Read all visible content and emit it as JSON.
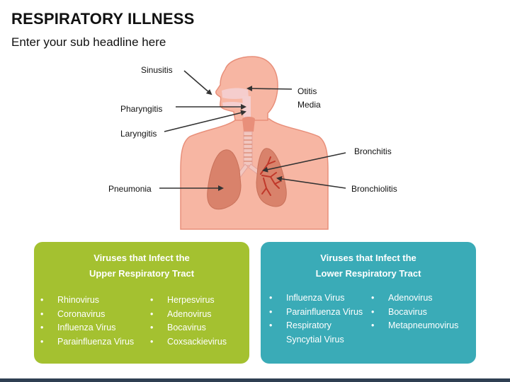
{
  "header": {
    "title": "RESPIRATORY ILLNESS",
    "subtitle": "Enter your sub headline here"
  },
  "diagram": {
    "labels": {
      "sinusitis": "Sinusitis",
      "otitis_line1": "Otitis",
      "otitis_line2": "Media",
      "pharyngitis": "Pharyngitis",
      "laryngitis": "Laryngitis",
      "bronchitis": "Bronchitis",
      "pneumonia": "Pneumonia",
      "bronchiolitis": "Bronchiolitis"
    },
    "colors": {
      "skin": "#f7b6a3",
      "skin_outline": "#e88f7a",
      "lung": "#d9826b",
      "airway": "#f2c7c0",
      "bronchi": "#c0392b"
    }
  },
  "upper_box": {
    "title_line1": "Viruses that Infect the",
    "title_line2": "Upper Respiratory Tract",
    "col1": [
      "Rhinovirus",
      "Coronavirus",
      "Influenza Virus",
      "Parainfluenza Virus"
    ],
    "col2": [
      "Herpesvirus",
      "Adenovirus",
      "Bocavirus",
      "Coxsackievirus"
    ],
    "color": "#a4c130"
  },
  "lower_box": {
    "title_line1": "Viruses that Infect the",
    "title_line2": "Lower Respiratory Tract",
    "col1": [
      "Influenza Virus",
      "Parainfluenza Virus",
      "Respiratory",
      "Syncytial Virus"
    ],
    "col2": [
      "Adenovirus",
      "Bocavirus",
      "Metapneumovirus"
    ],
    "color": "#3aabb7"
  }
}
